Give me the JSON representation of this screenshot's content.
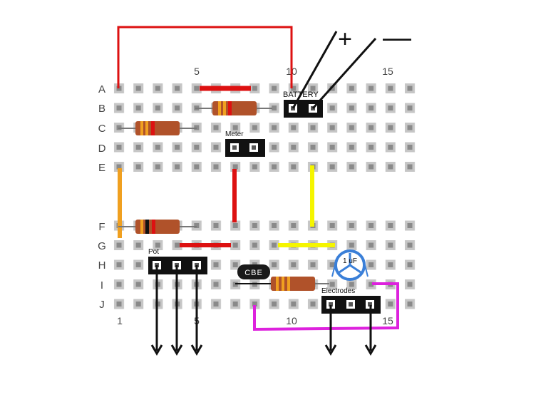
{
  "board": {
    "rows": [
      "A",
      "B",
      "C",
      "D",
      "E",
      "F",
      "G",
      "H",
      "I",
      "J"
    ],
    "top_column_labels": [
      "5",
      "10",
      "15"
    ],
    "bottom_column_labels": [
      "1",
      "5",
      "10",
      "15"
    ]
  },
  "labels": {
    "battery": "BATTERY",
    "meter": "Meter",
    "pot": "Pot",
    "transistor": "CBE",
    "capacitor": "1 uF",
    "electrodes": "Electrodes",
    "plus": "+",
    "minus": "—"
  },
  "colors": {
    "red_wire": "#dd1111",
    "orange_wire": "#f0a020",
    "yellow_wire": "#f5f500",
    "magenta_wire": "#dd22dd",
    "resistor_body": "#b0522a",
    "capacitor": "#3a7fd8"
  }
}
